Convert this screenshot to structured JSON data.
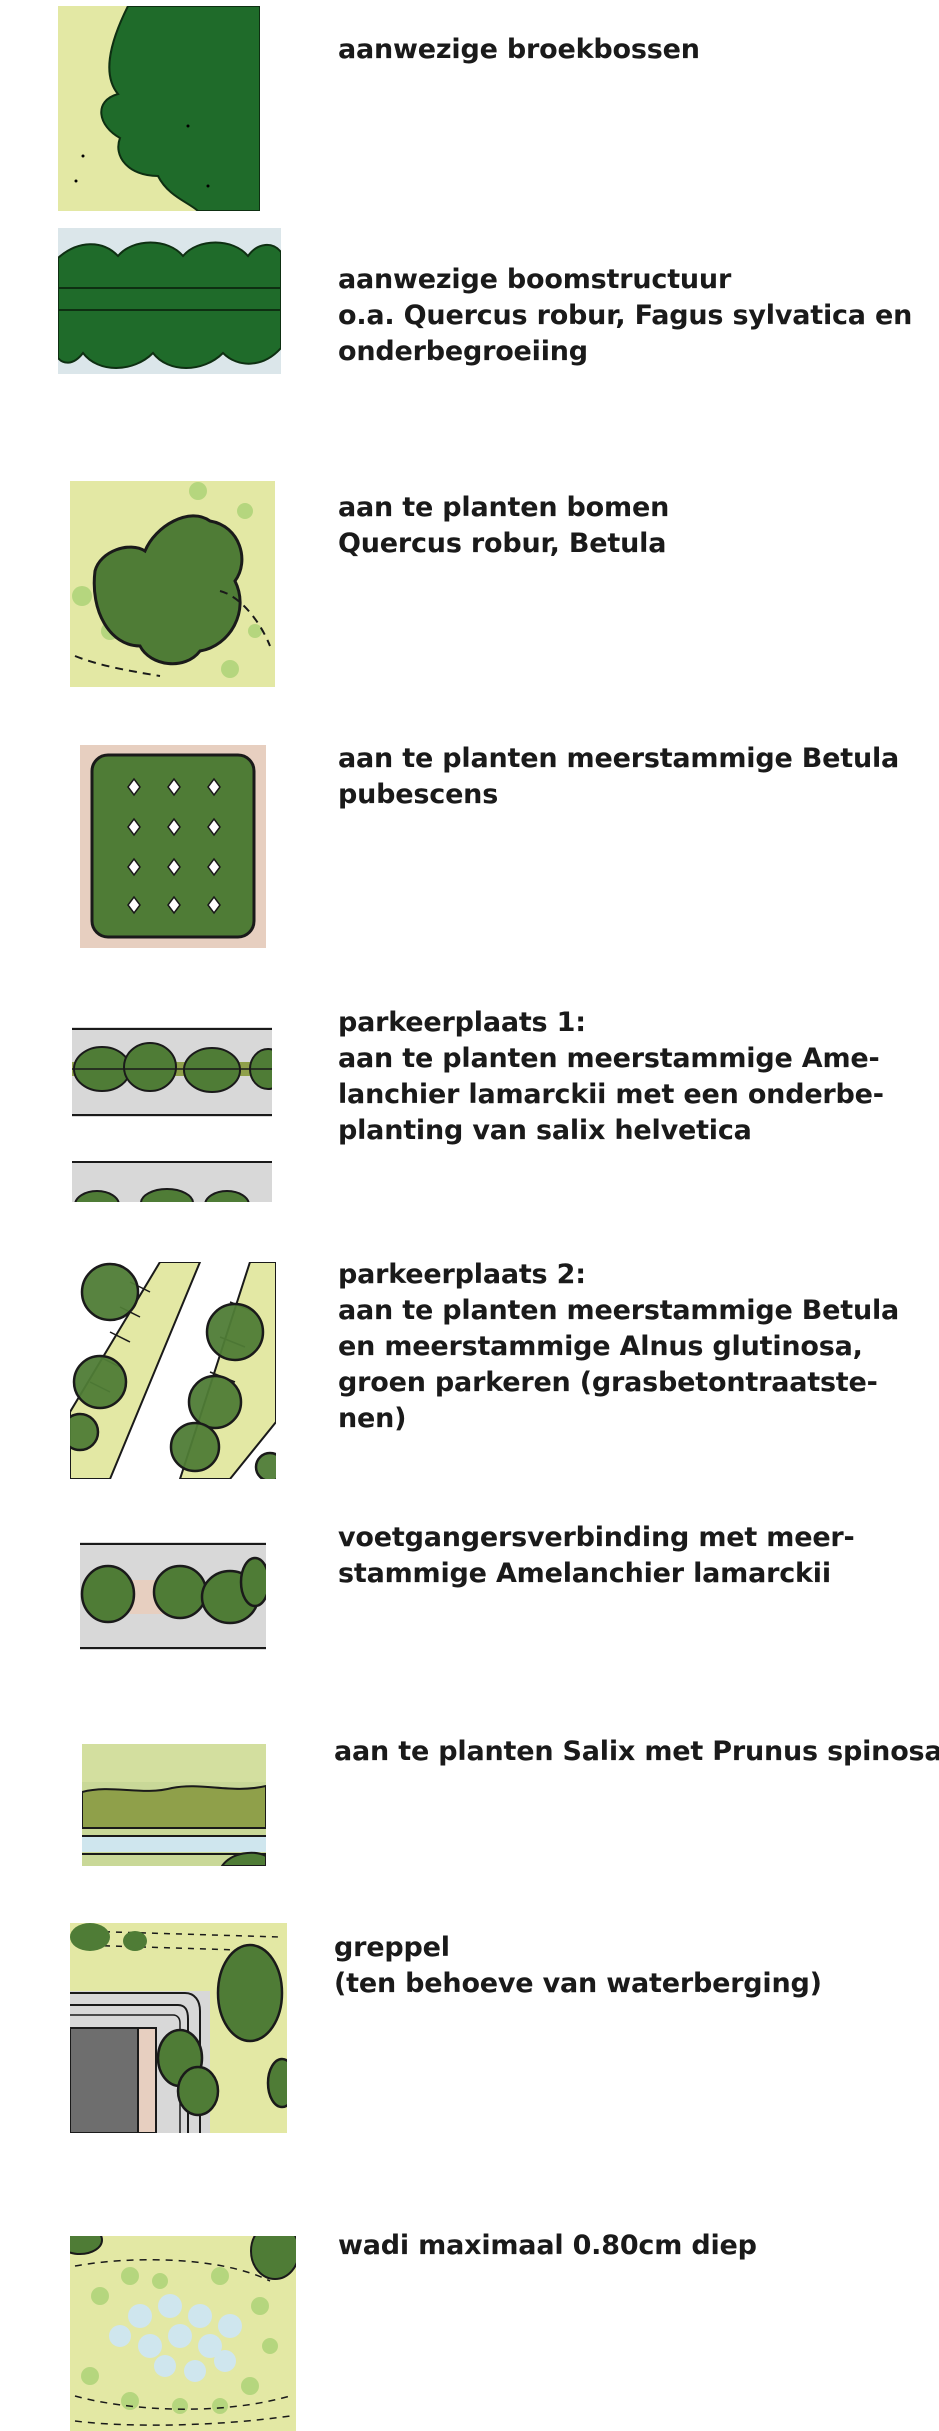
{
  "legend": {
    "items": [
      {
        "lines": [
          "aanwezige broekbossen"
        ]
      },
      {
        "lines": [
          "aanwezige boomstructuur",
          "o.a. Quercus robur, Fagus sylvatica en",
          "onderbegroeiing"
        ]
      },
      {
        "lines": [
          "aan te planten bomen",
          "Quercus robur, Betula"
        ]
      },
      {
        "lines": [
          "aan te planten meerstammige Betula",
          "pubescens"
        ]
      },
      {
        "lines": [
          "parkeerplaats 1:",
          "aan te planten meerstammige Ame-",
          "lanchier lamarckii met een onderbe-",
          "planting van salix helvetica"
        ]
      },
      {
        "lines": [
          "parkeerplaats 2:",
          "aan te planten meerstammige Betula",
          "en meerstammige Alnus glutinosa,",
          "groen parkeren (grasbetontraatste-",
          "nen)"
        ]
      },
      {
        "lines": [
          "voetgangersverbinding met meer-",
          "stammige Amelanchier lamarckii"
        ]
      },
      {
        "lines": [
          "aan te planten Salix met Prunus spinosa"
        ]
      },
      {
        "lines": [
          "greppel",
          "(ten behoeve van waterberging)"
        ]
      },
      {
        "lines": [
          "wadi maximaal 0.80cm diep"
        ]
      }
    ]
  },
  "colors": {
    "dark_green": "#1f6b2a",
    "mid_green": "#4f7c36",
    "light_yellow_green": "#e3e8a4",
    "pale_green_dot": "#b5d67e",
    "olive": "#8fa04a",
    "pale_olive": "#c9d898",
    "road_grey": "#d8d8d8",
    "pink_beige": "#e7cfc0",
    "dark_grey": "#6e6e6e",
    "light_blue": "#cfe6ee"
  }
}
